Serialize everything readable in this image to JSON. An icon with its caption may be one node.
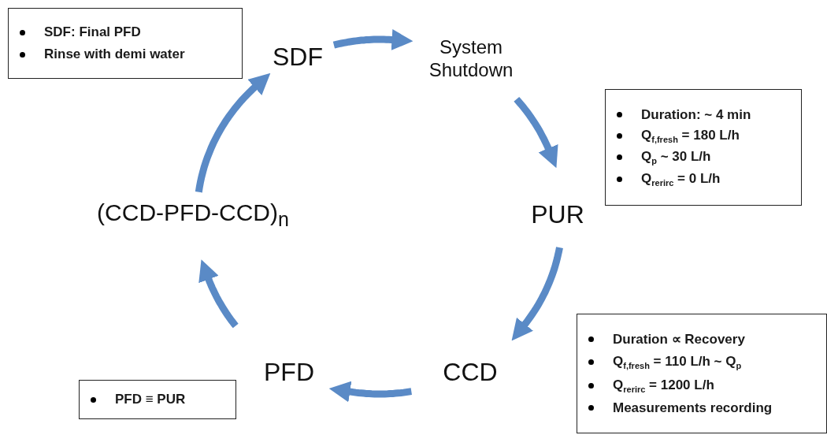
{
  "diagram": {
    "nodes": [
      {
        "text": [
          "SDF: Final PFD",
          "Rinse with demi water"
        ]
      },
      {
        "text": [
          "SDF"
        ]
      },
      {
        "text": [
          "System Shutdown"
        ]
      },
      {
        "text": [
          "Duration: ~ 4 min",
          "Q$_{f,fresh}$ = 180 L/h",
          "Q$_{p}$ ~ 30 L/h",
          "Q$_{rerirc}$ = 0 L/h"
        ]
      },
      {
        "text": [
          "PUR"
        ]
      },
      {
        "text": [
          "(CCD-PFD-CCD)$_{n}$"
        ]
      },
      {
        "text": [
          "Duration ∝ Recovery",
          "Q$_{f,fresh}$ = 110 L/h ~ Q$_{p}$",
          "Q$_{rerirc}$ = 1200 L/h",
          "Measurements recording"
        ]
      },
      {
        "text": [
          "CCD"
        ]
      },
      {
        "text": [
          "PFD"
        ]
      },
      {
        "text": [
          "PFD ≡ PUR"
        ]
      }
    ],
    "edges": [
      {
        "from": 1,
        "to": 2,
        "arrow": "to"
      },
      {
        "from": 2,
        "to": 4,
        "arrow": "to"
      },
      {
        "from": 4,
        "to": 7,
        "arrow": "to"
      },
      {
        "from": 7,
        "to": 8,
        "arrow": "to"
      },
      {
        "from": 8,
        "to": 5,
        "arrow": "to"
      },
      {
        "from": 5,
        "to": 1,
        "arrow": "to"
      }
    ]
  }
}
